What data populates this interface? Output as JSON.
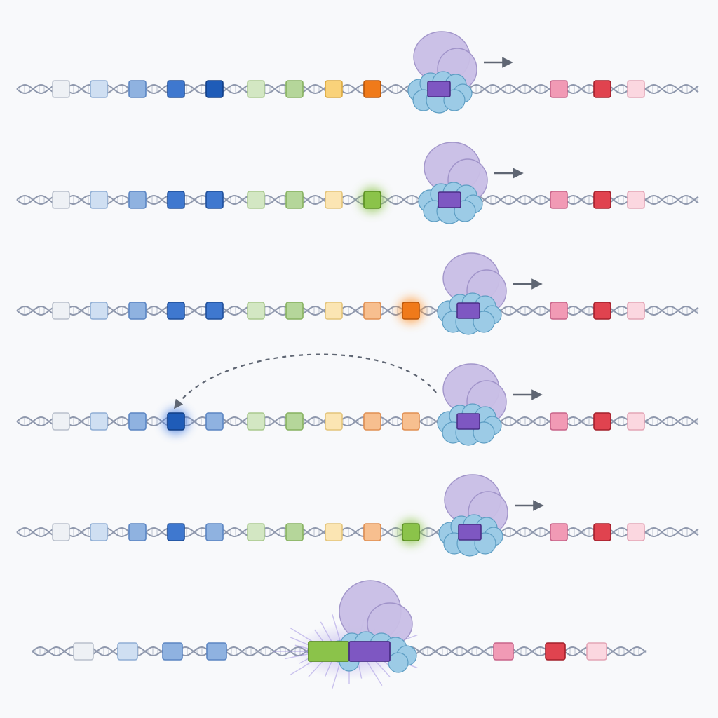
{
  "colors": {
    "background": "#f8f9fb",
    "dna_strand": "#8f98ad",
    "dna_rung": "#c3c9d6",
    "complex_large": "#c9bfe6",
    "complex_large_edge": "#9e91c8",
    "complex_small": "#9ccbe6",
    "complex_small_edge": "#5d9dc3",
    "core_block": "#7e57c2",
    "core_block_edge": "#4a2f86",
    "arrow": "#5f6673",
    "glow_green": "#8bc34a",
    "glow_orange": "#ff9533",
    "glow_blue": "#4a7fe0",
    "burst": "#9b8be0"
  },
  "palette": {
    "gray": {
      "fill": "#eef1f5",
      "edge": "#b9c0cc"
    },
    "paleblue": {
      "fill": "#cfdff2",
      "edge": "#8faed4"
    },
    "midblue": {
      "fill": "#8fb2e0",
      "edge": "#5b85c2"
    },
    "blue": {
      "fill": "#3f78cf",
      "edge": "#1f4f9a"
    },
    "navy": {
      "fill": "#1f5cb8",
      "edge": "#123f86"
    },
    "palegreen": {
      "fill": "#d3e7c3",
      "edge": "#a9c98e"
    },
    "midgreen": {
      "fill": "#b5d69a",
      "edge": "#86b15f"
    },
    "green": {
      "fill": "#8bc34a",
      "edge": "#5a8f22"
    },
    "paleyellow": {
      "fill": "#fbe5b3",
      "edge": "#e3c47a"
    },
    "yellow": {
      "fill": "#f9d27a",
      "edge": "#dba940"
    },
    "paleorange": {
      "fill": "#f7bf8f",
      "edge": "#e08f52"
    },
    "orange": {
      "fill": "#f07a1a",
      "edge": "#b9560a"
    },
    "pink": {
      "fill": "#f19ab5",
      "edge": "#c76489"
    },
    "red": {
      "fill": "#e0434f",
      "edge": "#a3202b"
    },
    "palepink": {
      "fill": "#fbd7e0",
      "edge": "#e3a5b6"
    }
  },
  "rows": [
    {
      "name": "step-1",
      "blocks": [
        "gray",
        "paleblue",
        "midblue",
        "blue",
        "navy",
        "palegreen",
        "midgreen",
        "yellow",
        "orange"
      ],
      "downstream": [
        "pink",
        "red",
        "palepink"
      ],
      "glow": null
    },
    {
      "name": "step-2",
      "blocks": [
        "gray",
        "paleblue",
        "midblue",
        "blue",
        "blue",
        "palegreen",
        "midgreen",
        "paleyellow",
        "green"
      ],
      "downstream": [
        "pink",
        "red",
        "palepink"
      ],
      "glow": {
        "index": 8,
        "color": "green"
      }
    },
    {
      "name": "step-3",
      "blocks": [
        "gray",
        "paleblue",
        "midblue",
        "blue",
        "blue",
        "palegreen",
        "midgreen",
        "paleyellow",
        "paleorange",
        "orange"
      ],
      "downstream": [
        "pink",
        "red",
        "palepink"
      ],
      "glow": {
        "index": 9,
        "color": "orange"
      }
    },
    {
      "name": "step-4",
      "blocks": [
        "gray",
        "paleblue",
        "midblue",
        "navy",
        "midblue",
        "palegreen",
        "midgreen",
        "paleyellow",
        "paleorange",
        "paleorange"
      ],
      "downstream": [
        "pink",
        "red",
        "palepink"
      ],
      "glow": {
        "index": 3,
        "color": "blue"
      },
      "loop": true
    },
    {
      "name": "step-5",
      "blocks": [
        "gray",
        "paleblue",
        "midblue",
        "blue",
        "midblue",
        "palegreen",
        "midgreen",
        "paleyellow",
        "paleorange",
        "green"
      ],
      "downstream": [
        "pink",
        "red",
        "palepink"
      ],
      "glow": {
        "index": 9,
        "color": "green"
      }
    },
    {
      "name": "step-6-fusion",
      "blocks": [
        "gray",
        "paleblue",
        "midblue",
        "midblue"
      ],
      "downstream": [
        "pink",
        "red",
        "palepink"
      ],
      "fusion": [
        "green",
        "core"
      ]
    }
  ]
}
